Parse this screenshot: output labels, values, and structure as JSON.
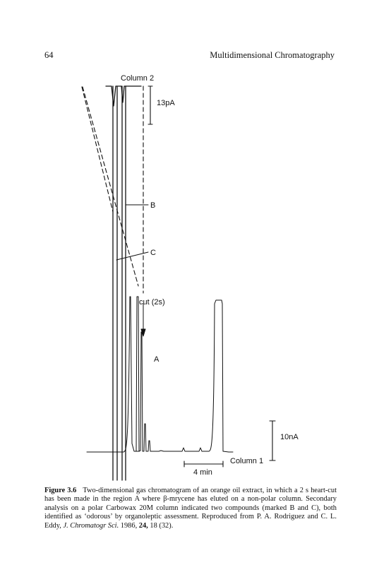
{
  "header": {
    "page_number": "64",
    "running_title": "Multidimensional Chromatography"
  },
  "figure": {
    "labels": {
      "column2": "Column 2",
      "scale_top": "13pA",
      "peak_b": "B",
      "peak_c": "C",
      "cut": "cut (2s)",
      "region_a": "A",
      "scale_right": "10nA",
      "time_scale": "4 min",
      "column1": "Column 1"
    }
  },
  "caption": {
    "label": "Figure 3.6",
    "text_1": "Two-dimensional gas chromatogram of an orange oil extract, in which a 2 s heart-cut has been made in the region A where β-mrycene has eluted on a non-polar column. Secondary analysis on a polar Carbowax 20M column indicated two compounds (marked B and C), both identified as ‘odorous’ by organoleptic assessment. Reproduced from P. A. Rodriguez and C. L. Eddy,",
    "journal": "J. Chromatogr Sci.",
    "year": "1986,",
    "volume": "24,",
    "pages": "18 (32)."
  }
}
